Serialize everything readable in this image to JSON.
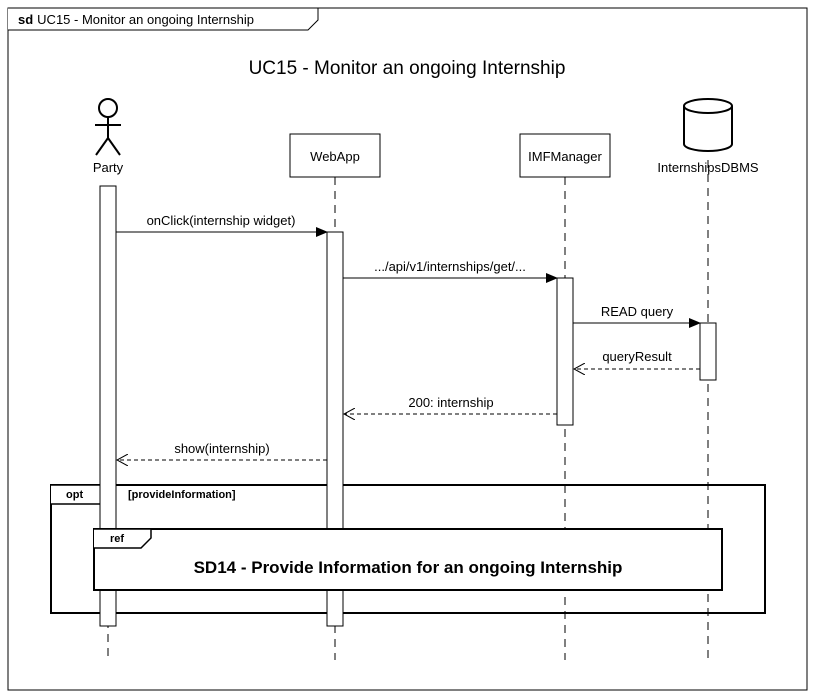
{
  "frame": {
    "keyword": "sd",
    "name": "UC15 - Monitor an ongoing Internship"
  },
  "title": "UC15 - Monitor an ongoing Internship",
  "participants": {
    "party": {
      "label": "Party",
      "kind": "actor"
    },
    "webapp": {
      "label": "WebApp",
      "kind": "box"
    },
    "imf": {
      "label": "IMFManager",
      "kind": "box"
    },
    "db": {
      "label": "InternshipsDBMS",
      "kind": "database"
    }
  },
  "messages": {
    "m1": {
      "label": "onClick(internship widget)",
      "type": "sync"
    },
    "m2": {
      "label": ".../api/v1/internships/get/...",
      "type": "sync"
    },
    "m3": {
      "label": "READ query",
      "type": "sync"
    },
    "m4": {
      "label": "queryResult",
      "type": "return"
    },
    "m5": {
      "label": "200: internship",
      "type": "return"
    },
    "m6": {
      "label": "show(internship)",
      "type": "return"
    }
  },
  "fragments": {
    "opt": {
      "operator": "opt",
      "guard": "[provideInformation]"
    },
    "ref": {
      "operator": "ref",
      "text": "SD14 - Provide Information for an ongoing Internship"
    }
  }
}
